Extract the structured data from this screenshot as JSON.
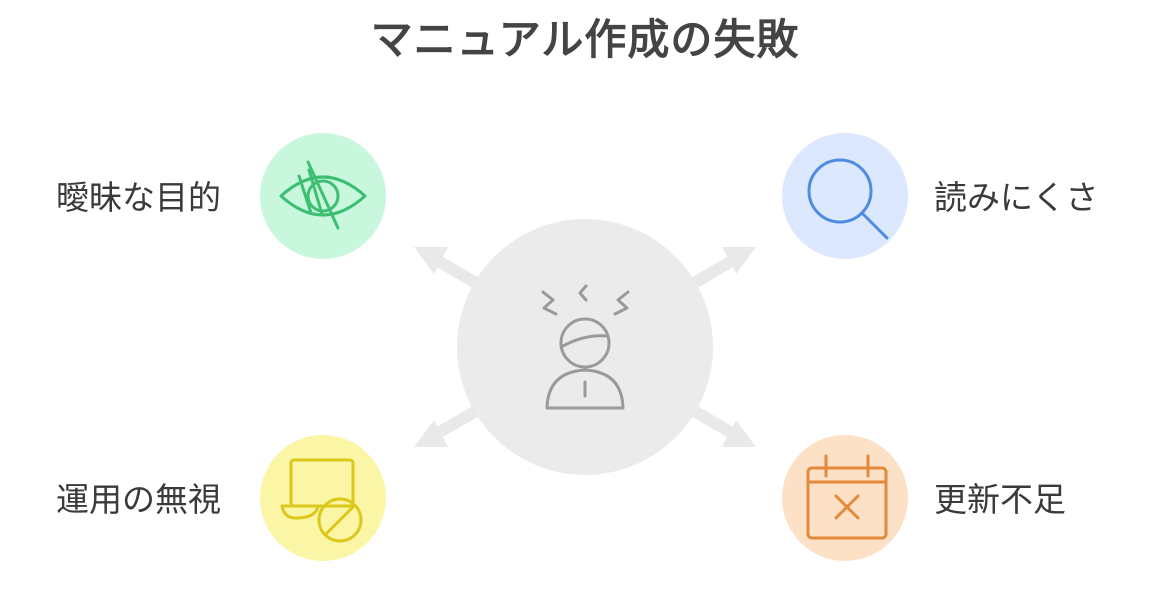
{
  "title": "マニュアル作成の失敗",
  "center": {
    "icon": "frustrated-person-icon",
    "color": "#ebebeb"
  },
  "nodes": [
    {
      "label": "曖昧な目的",
      "icon": "eye-slash-icon",
      "bg": "#c8f7de",
      "stroke": "#3dbf72"
    },
    {
      "label": "読みにくさ",
      "icon": "magnifier-icon",
      "bg": "#dbe8fd",
      "stroke": "#4e8be3"
    },
    {
      "label": "運用の無視",
      "icon": "laptop-blocked-icon",
      "bg": "#fbf5a6",
      "stroke": "#dcc81a"
    },
    {
      "label": "更新不足",
      "icon": "calendar-x-icon",
      "bg": "#fde1c6",
      "stroke": "#e2893a"
    }
  ]
}
